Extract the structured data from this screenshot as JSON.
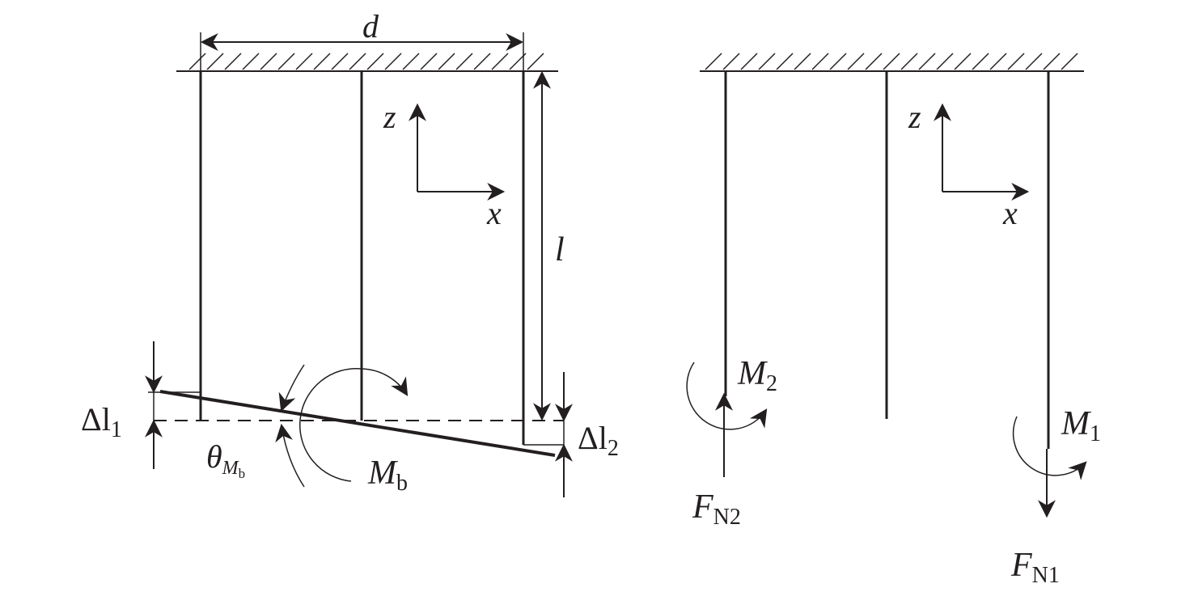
{
  "left_figure": {
    "width_label": "d",
    "length_label": "l",
    "delta1": {
      "main": "Δl",
      "sub": "1"
    },
    "delta2": {
      "main": "Δl",
      "sub": "2"
    },
    "angle": {
      "main": "θ",
      "sub": "M",
      "subsub": "b"
    },
    "moment": {
      "main": "M",
      "sub": "b"
    },
    "axis_z": "z",
    "axis_x": "x"
  },
  "right_figure": {
    "moment2": {
      "main": "M",
      "sub": "2"
    },
    "moment1": {
      "main": "M",
      "sub": "1"
    },
    "force2": {
      "main": "F",
      "sub": "N2"
    },
    "force1": {
      "main": "F",
      "sub": "N1"
    },
    "axis_z": "z",
    "axis_x": "x"
  },
  "colors": {
    "ink": "#231f20",
    "background": "#ffffff"
  }
}
